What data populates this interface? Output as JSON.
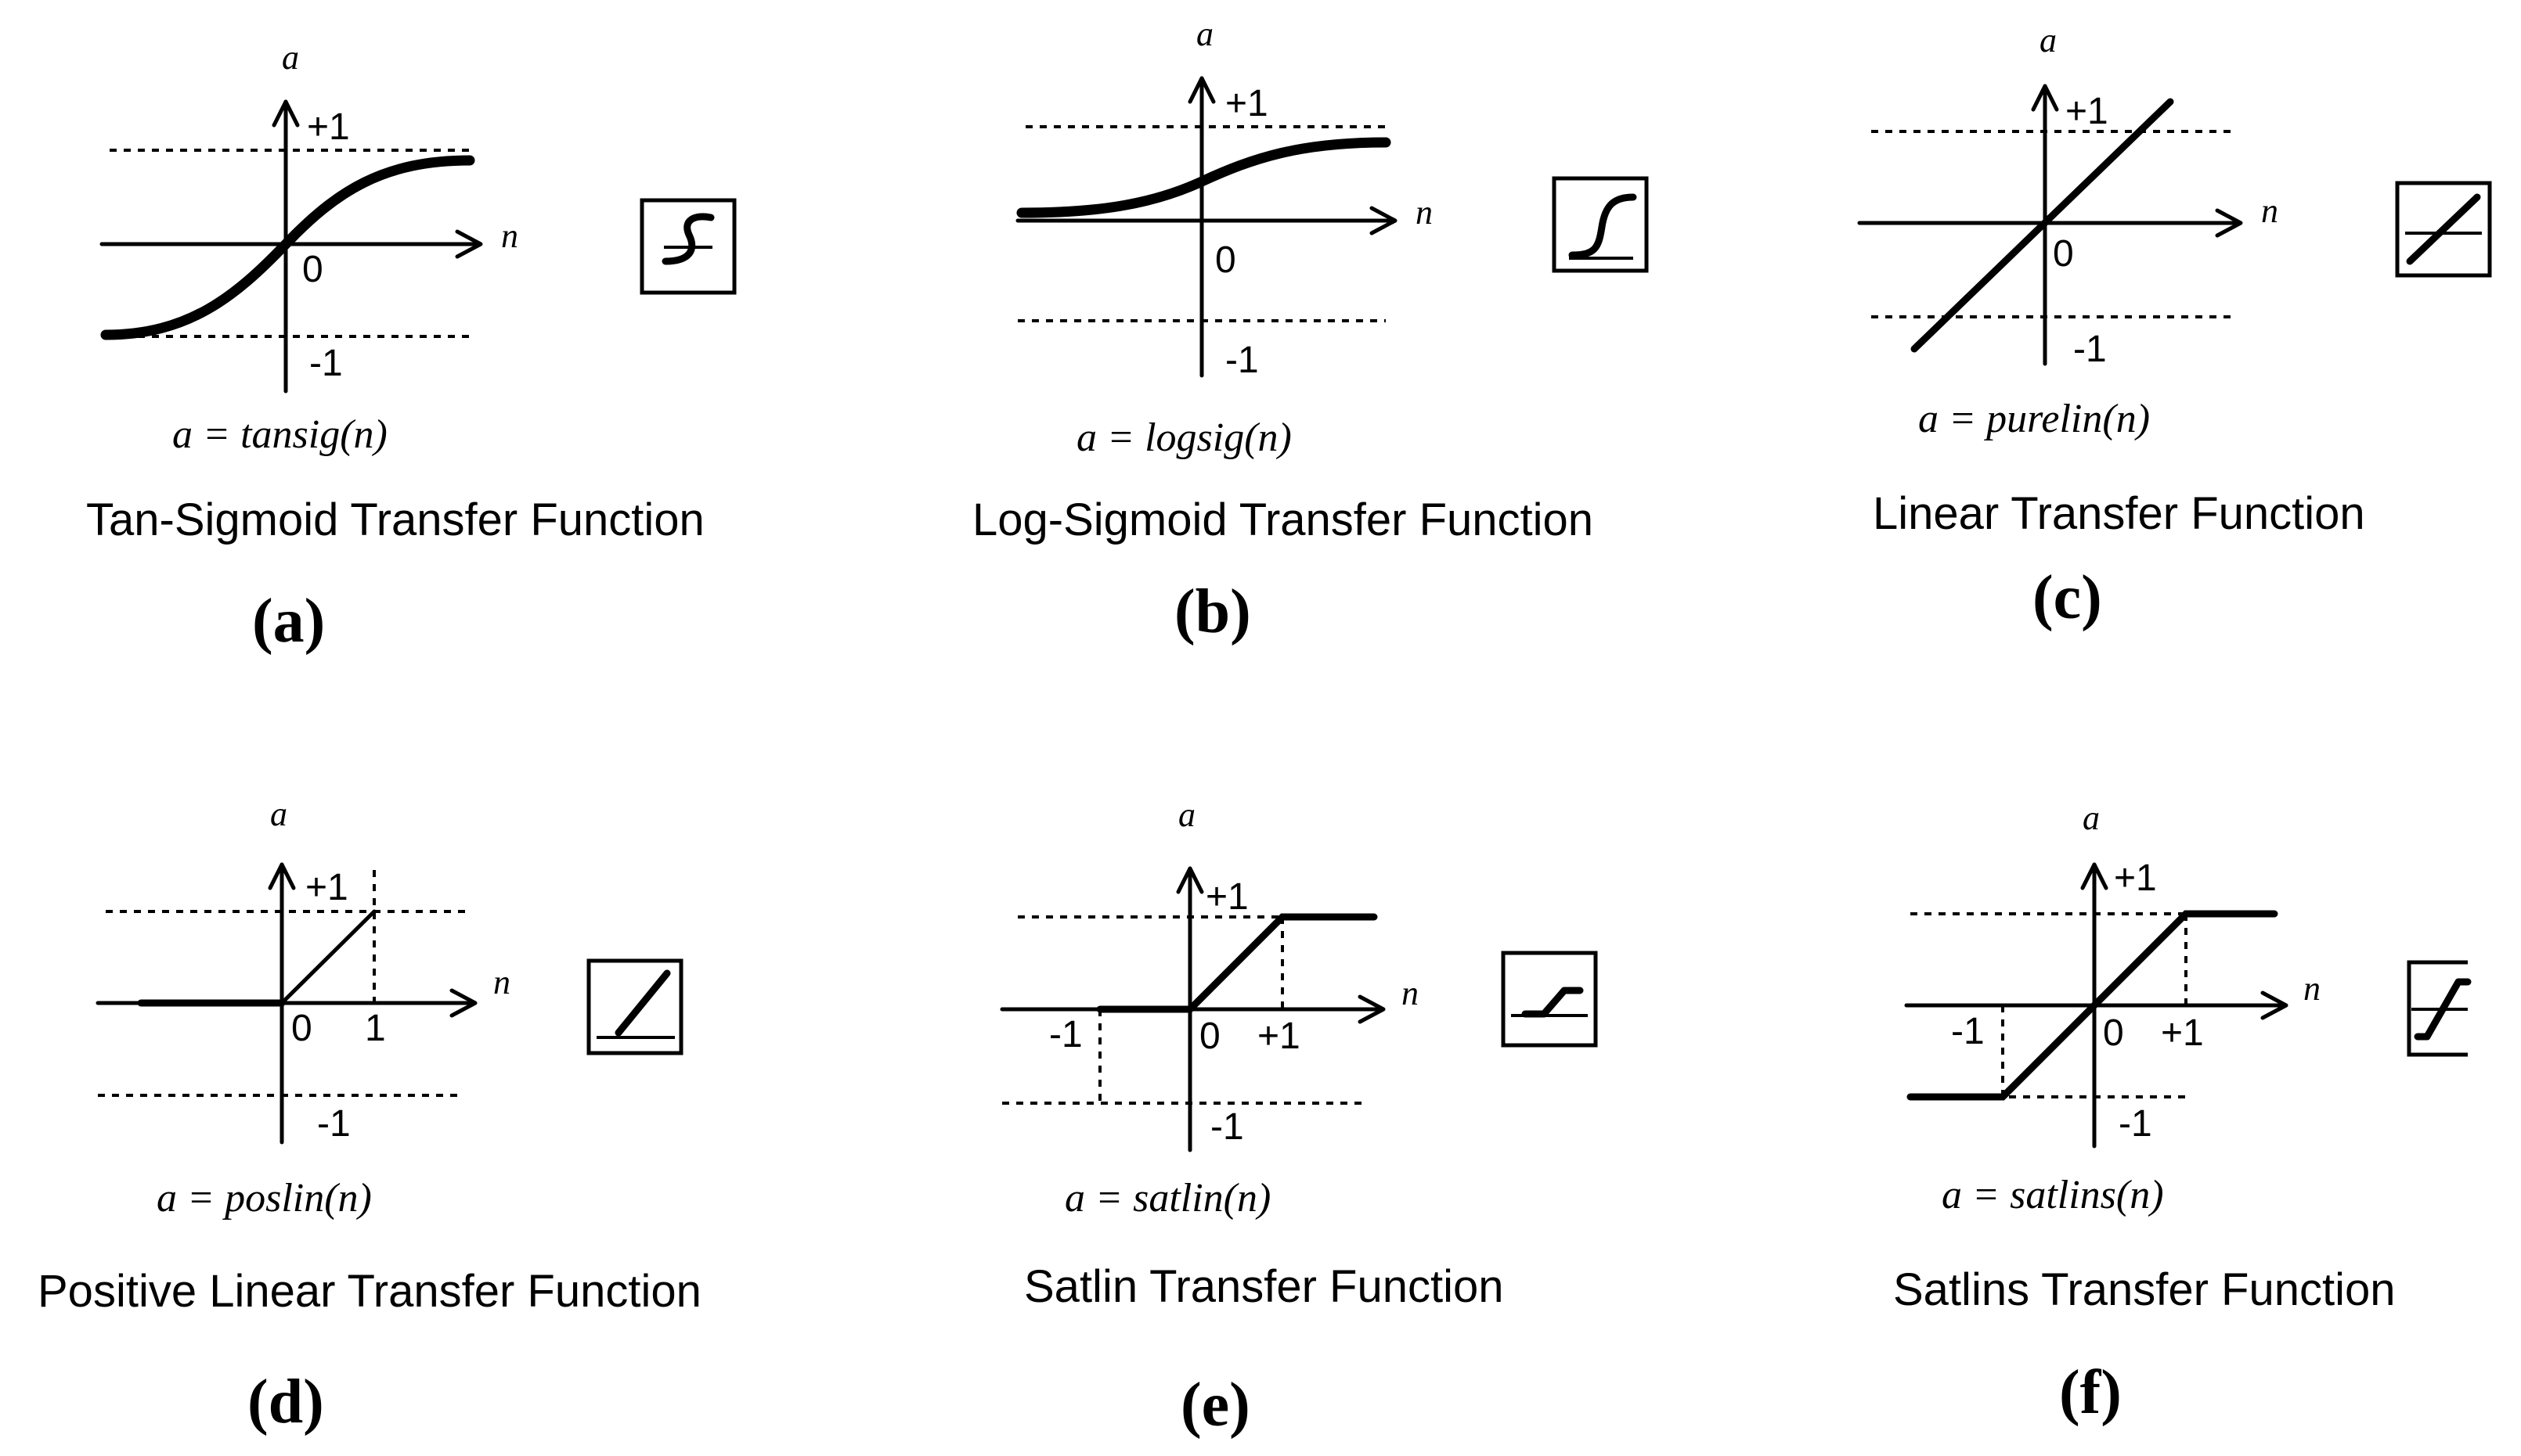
{
  "panels": [
    {
      "id": "a",
      "label": "(a)",
      "axis_a": "a",
      "axis_n": "n",
      "plus_one": "+1",
      "minus_one": "-1",
      "zero": "0",
      "equation": "a = tansig(n)",
      "caption": "Tan-Sigmoid Transfer Function",
      "icon": "tansig-icon"
    },
    {
      "id": "b",
      "label": "(b)",
      "axis_a": "a",
      "axis_n": "n",
      "plus_one": "+1",
      "minus_one": "-1",
      "zero": "0",
      "equation": "a = logsig(n)",
      "caption": "Log-Sigmoid Transfer Function",
      "icon": "logsig-icon"
    },
    {
      "id": "c",
      "label": "(c)",
      "axis_a": "a",
      "axis_n": "n",
      "plus_one": "+1",
      "minus_one": "-1",
      "zero": "0",
      "equation": "a = purelin(n)",
      "caption": "Linear Transfer Function",
      "icon": "purelin-icon"
    },
    {
      "id": "d",
      "label": "(d)",
      "axis_a": "a",
      "axis_n": "n",
      "plus_one": "+1",
      "minus_one": "-1",
      "zero": "0",
      "n_one": "1",
      "equation": "a = poslin(n)",
      "caption": "Positive Linear Transfer Function",
      "icon": "poslin-icon"
    },
    {
      "id": "e",
      "label": "(e)",
      "axis_a": "a",
      "axis_n": "n",
      "plus_one": "+1",
      "minus_one": "-1",
      "zero": "0",
      "n_minus_one": "-1",
      "n_plus_one": "+1",
      "equation": "a = satlin(n)",
      "caption": "Satlin Transfer Function",
      "icon": "satlin-icon"
    },
    {
      "id": "f",
      "label": "(f)",
      "axis_a": "a",
      "axis_n": "n",
      "plus_one": "+1",
      "minus_one": "-1",
      "zero": "0",
      "n_minus_one": "-1",
      "n_plus_one": "+1",
      "equation": "a = satlins(n)",
      "caption": "Satlins Transfer Function",
      "icon": "satlins-icon"
    }
  ]
}
